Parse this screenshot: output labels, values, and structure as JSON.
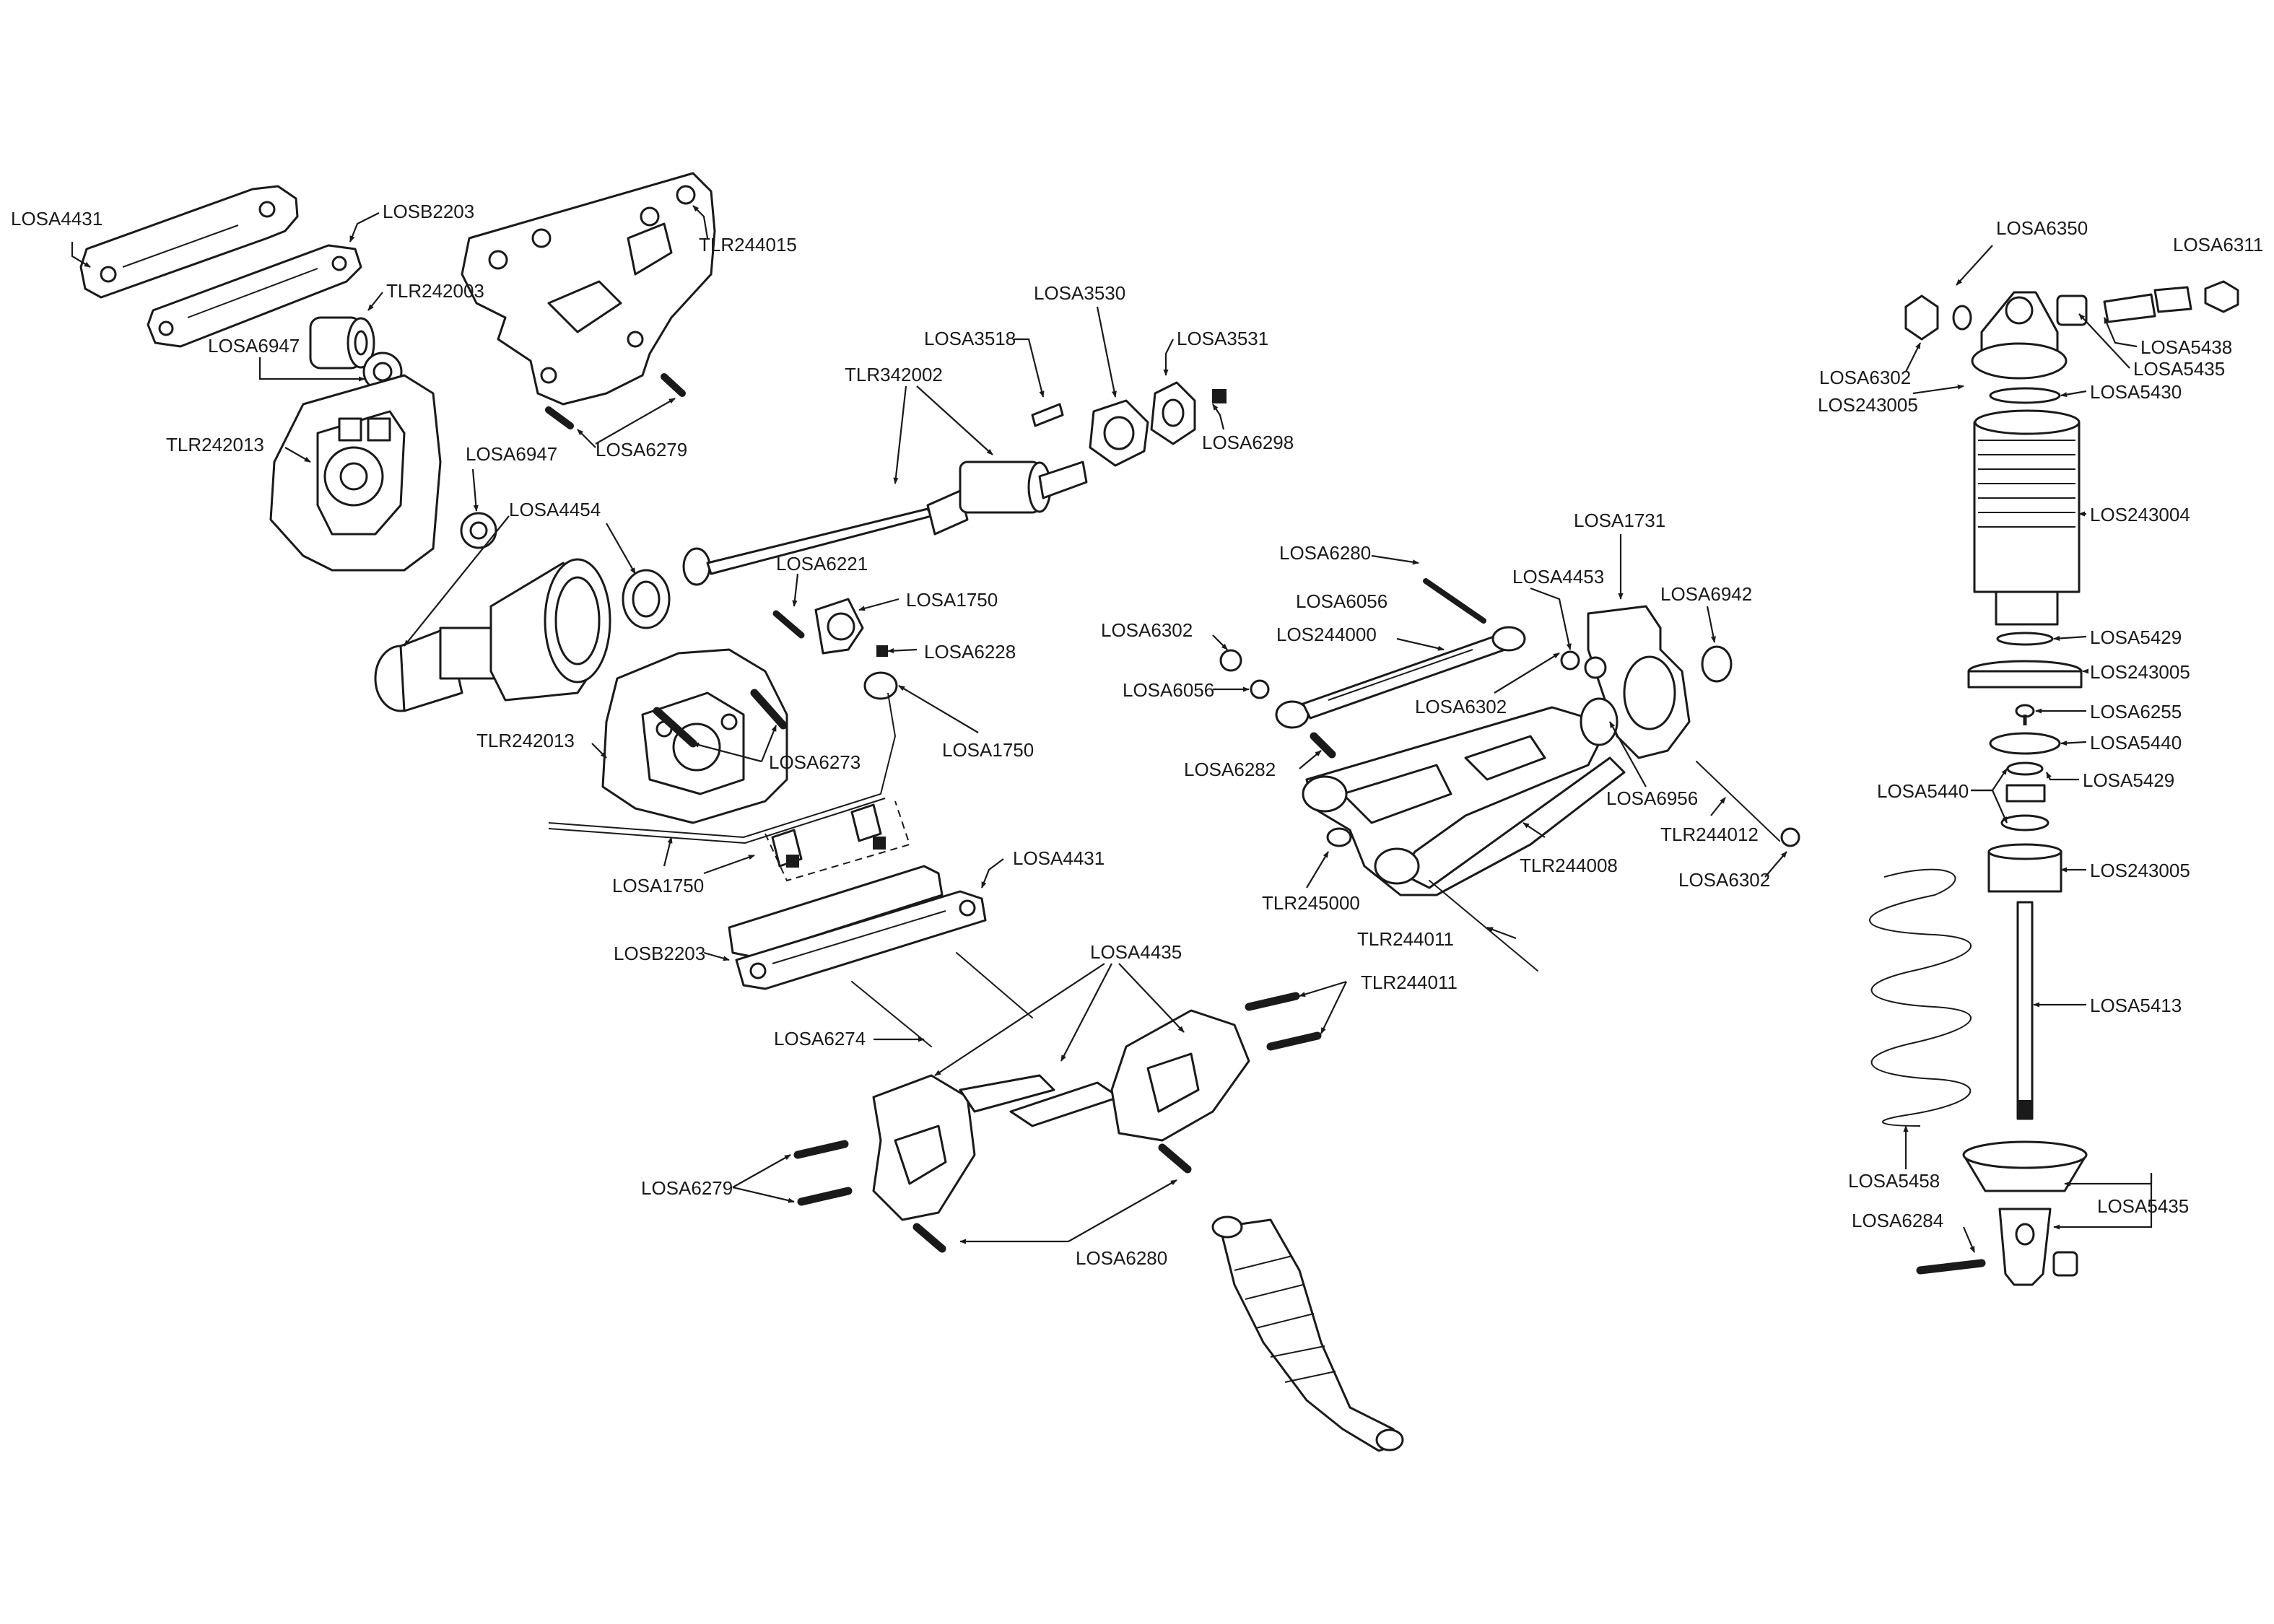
{
  "labels": {
    "l_losa4431_a": "LOSA4431",
    "l_losb2203_a": "LOSB2203",
    "l_tlr244015": "TLR244015",
    "l_tlr242003": "TLR242003",
    "l_losa6947_a": "LOSA6947",
    "l_tlr242013_a": "TLR242013",
    "l_losa6947_b": "LOSA6947",
    "l_losa6279_a": "LOSA6279",
    "l_losa4454": "LOSA4454",
    "l_tlr342002": "TLR342002",
    "l_losa3518": "LOSA3518",
    "l_losa3530": "LOSA3530",
    "l_losa3531": "LOSA3531",
    "l_losa6298": "LOSA6298",
    "l_losa6221": "LOSA6221",
    "l_losa1750_a": "LOSA1750",
    "l_losa6228": "LOSA6228",
    "l_losa1750_b": "LOSA1750",
    "l_tlr242013_b": "TLR242013",
    "l_losa6273": "LOSA6273",
    "l_losa1750_c": "LOSA1750",
    "l_losa4431_b": "LOSA4431",
    "l_losb2203_b": "LOSB2203",
    "l_losa6274": "LOSA6274",
    "l_losa4435": "LOSA4435",
    "l_tlr244011_a": "TLR244011",
    "l_losa6279_b": "LOSA6279",
    "l_losa6280_a": "LOSA6280",
    "l_losa6280_b": "LOSA6280",
    "l_losa6056_a": "LOSA6056",
    "l_losa6302_a": "LOSA6302",
    "l_los244000": "LOS244000",
    "l_losa6056_b": "LOSA6056",
    "l_losa6282": "LOSA6282",
    "l_losa1731": "LOSA1731",
    "l_losa4453": "LOSA4453",
    "l_losa6942": "LOSA6942",
    "l_losa6302_b": "LOSA6302",
    "l_losa6956": "LOSA6956",
    "l_tlr244012": "TLR244012",
    "l_tlr244008": "TLR244008",
    "l_losa6302_c": "LOSA6302",
    "l_tlr245000": "TLR245000",
    "l_tlr244011_b": "TLR244011",
    "l_losa6350": "LOSA6350",
    "l_losa6311": "LOSA6311",
    "l_losa6302_d": "LOSA6302",
    "l_los243005_a": "LOS243005",
    "l_losa5438": "LOSA5438",
    "l_losa5435_a": "LOSA5435",
    "l_losa5430": "LOSA5430",
    "l_los243004": "LOS243004",
    "l_losa5429_a": "LOSA5429",
    "l_los243005_b": "LOS243005",
    "l_losa6255": "LOSA6255",
    "l_losa5440_a": "LOSA5440",
    "l_losa5429_b": "LOSA5429",
    "l_losa5440_b": "LOSA5440",
    "l_los243005_c": "LOS243005",
    "l_losa5413": "LOSA5413",
    "l_losa5458": "LOSA5458",
    "l_losa5435_b": "LOSA5435",
    "l_losa6284": "LOSA6284"
  }
}
